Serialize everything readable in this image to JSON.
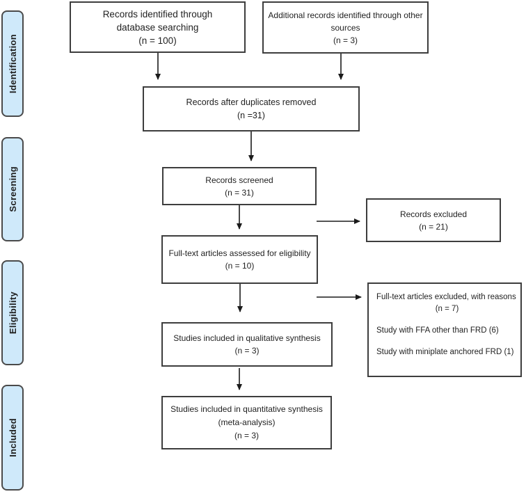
{
  "title": "PRISMA flow diagram",
  "colors": {
    "stage_fill": "#cfe9fa",
    "stage_border": "#4a4a4a",
    "box_border": "#3d3d3d",
    "arrow": "#1a1a1a",
    "text": "#1f1f1f",
    "background": "#ffffff"
  },
  "sidebar": {
    "labels": [
      "Identification",
      "Screening",
      "Eligibility",
      "Included"
    ]
  },
  "flow": {
    "records_identified": {
      "lines": [
        "Records identified through",
        "database searching",
        "(n = 100)"
      ]
    },
    "additional_records": {
      "lines": [
        "Additional records identified through other",
        "sources",
        "(n = 3)"
      ]
    },
    "duplicates_removed": {
      "lines": [
        "Records after duplicates removed",
        "(n =31)"
      ]
    },
    "records_screened": {
      "lines": [
        "Records screened",
        "(n = 31)"
      ]
    },
    "records_excluded": {
      "lines": [
        "Records excluded",
        "(n = 21)"
      ]
    },
    "fulltext_assessed": {
      "lines": [
        "Full-text articles assessed for eligibility",
        "(n = 10)"
      ]
    },
    "fulltext_excluded": {
      "lines": [
        "Full-text articles excluded, with reasons",
        "(n = 7)",
        "Study with FFA other than FRD (6)",
        "Study with miniplate anchored FRD (1)"
      ]
    },
    "qualitative": {
      "lines": [
        "Studies included in qualitative synthesis",
        "(n = 3)"
      ]
    },
    "quantitative": {
      "lines": [
        "Studies included in quantitative synthesis",
        "(meta-analysis)",
        "(n = 3)"
      ]
    }
  }
}
